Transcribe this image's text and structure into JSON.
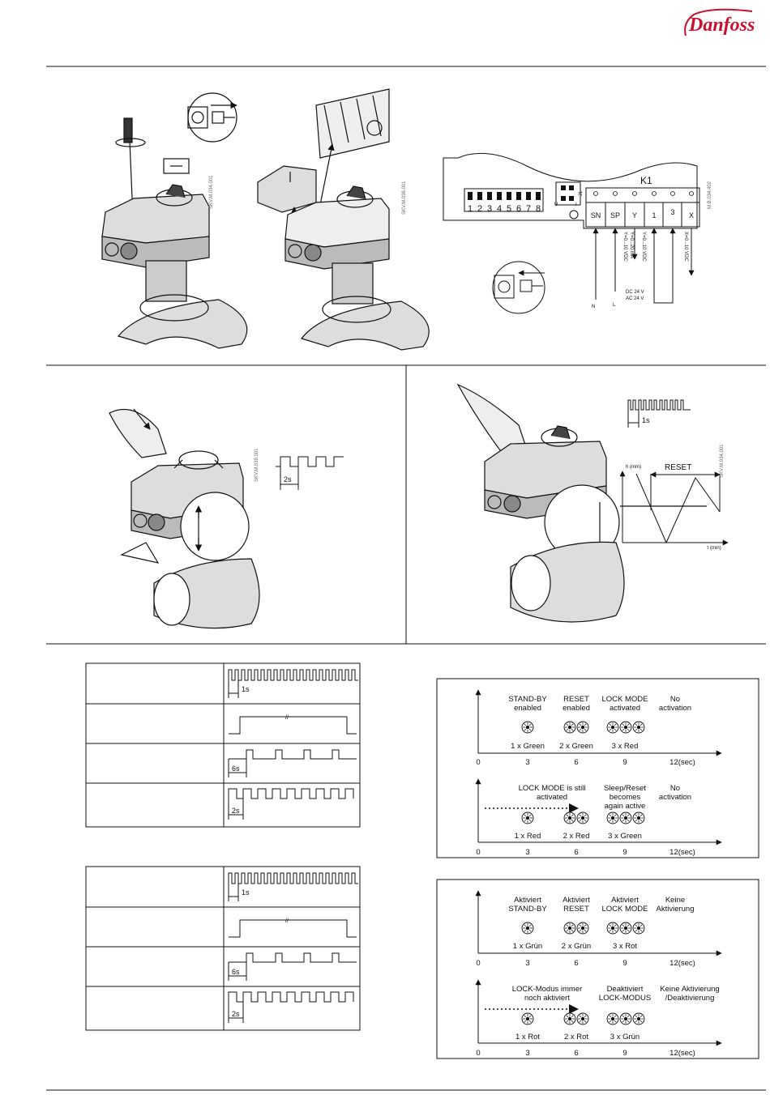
{
  "brand": {
    "logo_text": "Danfoss",
    "logo_color": "#c8102e"
  },
  "code_refs": {
    "fig1": "SKV.M.034.001",
    "fig2": "SKV.M.036.001",
    "wiring": "M.B.034.402",
    "fig3": "SKV.M.039.001",
    "fig4": "SKV.M.034.001"
  },
  "wiring": {
    "relay": "K1",
    "dip_numbers": [
      "1",
      "2",
      "3",
      "4",
      "5",
      "6",
      "7",
      "8"
    ],
    "jumper_label": "J1",
    "jumper_u": "U",
    "jumper_i": "I",
    "terminals": [
      "SN",
      "SP",
      "Y",
      "1",
      "3",
      "X"
    ],
    "side_labels": [
      "Y=0...10 VDC",
      "Y=0...20 mA",
      "Y=0...10 VDC",
      "X=0...10 VDC"
    ],
    "supply": [
      "DC 24 V",
      "AC 24 V"
    ],
    "n_label": "N",
    "l_label": "L"
  },
  "fig3": {
    "pulse_label": "2s"
  },
  "fig4": {
    "pulse_label": "1s",
    "reset_label": "RESET",
    "y_axis": "h (mm)",
    "x_axis": "τ (min)"
  },
  "signal_tables": [
    {
      "rows": [
        {
          "label": "1s"
        },
        {
          "label": ""
        },
        {
          "label": "6s"
        },
        {
          "label": "2s"
        }
      ]
    },
    {
      "rows": [
        {
          "label": "1s"
        },
        {
          "label": ""
        },
        {
          "label": "6s"
        },
        {
          "label": "2s"
        }
      ]
    }
  ],
  "led_charts": [
    {
      "top": {
        "states": [
          "STAND-BY\nenabled",
          "RESET\nenabled",
          "LOCK MODE\nactivated",
          "No\nactivation"
        ],
        "counts": [
          "1 x Green",
          "2 x Green",
          "3 x Red"
        ]
      },
      "bottom": {
        "states": [
          "LOCK MODE is still\nactivated",
          "Sleep/Reset\nbecomes\nagain active",
          "No\nactivation"
        ],
        "counts": [
          "1 x Red",
          "2 x Red",
          "3 x Green"
        ]
      },
      "ticks": [
        "0",
        "3",
        "6",
        "9",
        "12(sec)"
      ]
    },
    {
      "top": {
        "states": [
          "Aktiviert\nSTAND-BY",
          "Aktiviert\nRESET",
          "Aktiviert\nLOCK MODE",
          "Keine\nAktivierung"
        ],
        "counts": [
          "1 x Grün",
          "2 x Grün",
          "3 x Rot"
        ]
      },
      "bottom": {
        "states": [
          "LOCK-Modus immer\nnoch aktiviert",
          "Deaktiviert\nLOCK-MODUS",
          "Keine Aktivierung\n/Deaktivierung"
        ],
        "counts": [
          "1 x Rot",
          "2 x Rot",
          "3 x Grün"
        ]
      },
      "ticks": [
        "0",
        "3",
        "6",
        "9",
        "12(sec)"
      ]
    }
  ]
}
